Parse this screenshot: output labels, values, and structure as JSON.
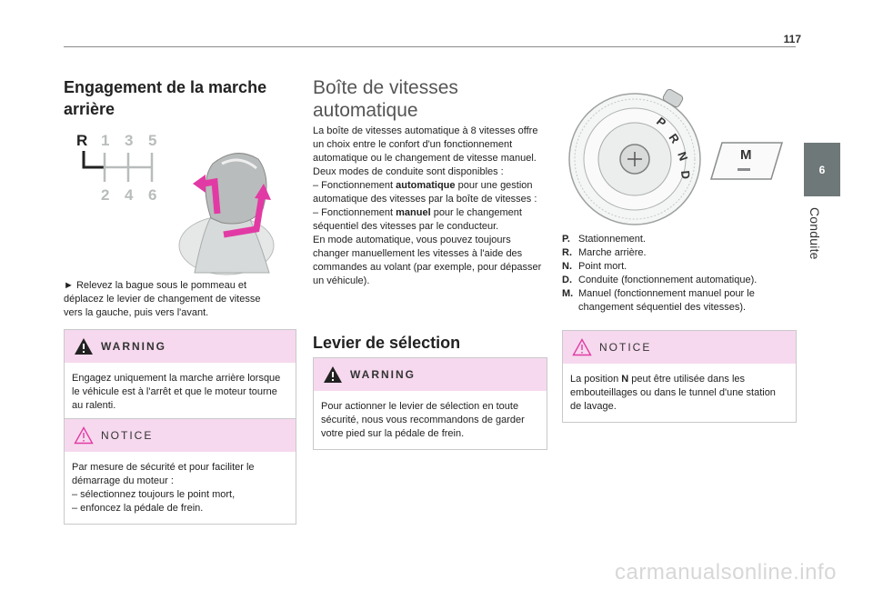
{
  "header": {
    "page_number": "117"
  },
  "chapter": {
    "number": "6",
    "label": "Conduite"
  },
  "col1": {
    "title": "Engagement de la marche arrière",
    "gear_diagram": {
      "reverse": "R",
      "top": [
        "1",
        "3",
        "5"
      ],
      "bottom": [
        "2",
        "4",
        "6"
      ]
    },
    "instruction": "► Relevez la bague sous le pommeau et déplacez le levier de changement de vitesse vers la gauche, puis vers l'avant.",
    "warning": {
      "title": "WARNING",
      "text": "Engagez uniquement la marche arrière lorsque le véhicule est à l'arrêt et que le moteur tourne au ralenti."
    },
    "notice": {
      "title": "NOTICE",
      "lines": [
        "Par mesure de sécurité et pour faciliter le démarrage du moteur :",
        "–  sélectionnez toujours le point mort,",
        "–  enfoncez la pédale de frein."
      ]
    }
  },
  "col2": {
    "title": "Boîte de vitesses automatique",
    "lines": [
      "La boîte de vitesses automatique à 8 vitesses offre un choix entre le confort d'un fonctionnement automatique ou le changement de vitesse manuel.",
      "Deux modes de conduite sont disponibles :",
      "–  Fonctionnement |automatique| pour une gestion automatique des vitesses par la boîte de vitesses :",
      "–  Fonctionnement |manuel| pour le changement séquentiel des vitesses par le conducteur.",
      "En mode automatique, vous pouvez toujours changer manuellement les vitesses à l'aide des commandes au volant (par exemple, pour dépasser un véhicule)."
    ],
    "rich": {
      "l3_pre": "–  Fonctionnement ",
      "l3_b": "automatique",
      "l3_post": " pour une gestion automatique des vitesses par la boîte de vitesses :",
      "l4_pre": "–  Fonctionnement ",
      "l4_b": "manuel",
      "l4_post": " pour le changement séquentiel des vitesses par le conducteur."
    },
    "subtitle": "Levier de sélection",
    "warning": {
      "title": "WARNING",
      "text": "Pour actionner le levier de sélection en toute sécurité, nous vous recommandons de garder votre pied sur la pédale de frein."
    }
  },
  "col3": {
    "selector_letters": [
      "P",
      "R",
      "N",
      "D"
    ],
    "button_label": "M",
    "legend": [
      {
        "key": "P.",
        "text": "Stationnement."
      },
      {
        "key": "R.",
        "text": "Marche arrière."
      },
      {
        "key": "N.",
        "text": "Point mort."
      },
      {
        "key": "D.",
        "text": "Conduite (fonctionnement automatique)."
      },
      {
        "key": "M.",
        "text": "Manuel (fonctionnement manuel pour le changement séquentiel des vitesses)."
      }
    ],
    "notice": {
      "title": "NOTICE",
      "pre": "La position ",
      "bold": "N",
      "post": " peut être utilisée dans les embouteillages ou dans le tunnel d'une station de lavage."
    }
  },
  "footer": {
    "text": "carmanualsonline.info"
  },
  "colors": {
    "accent_pink": "#f6d9ee",
    "arrow_magenta": "#e23aa4",
    "tab_gray": "#6f7878"
  }
}
